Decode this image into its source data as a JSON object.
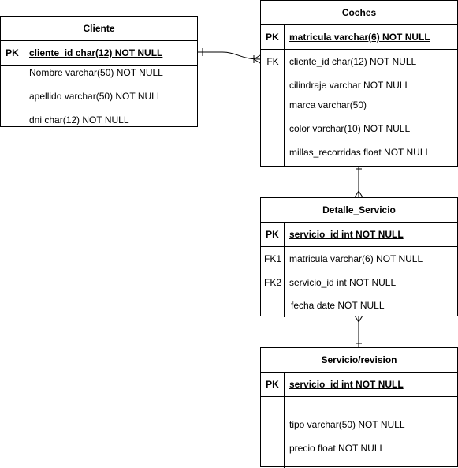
{
  "tables": {
    "cliente": {
      "title": "Cliente",
      "pk_key": "PK",
      "pk_field": "cliente_id char(12) NOT NULL",
      "fields": [
        "Nombre varchar(50) NOT NULL",
        "apellido varchar(50) NOT NULL",
        "dni char(12) NOT NULL"
      ]
    },
    "coches": {
      "title": "Coches",
      "pk_key": "PK",
      "pk_field": "matricula varchar(6) NOT NULL",
      "fk_key": "FK",
      "fields": [
        "cliente_id char(12) NOT NULL",
        "cilindraje varchar NOT NULL",
        "marca varchar(50)",
        "color varchar(10) NOT NULL",
        "millas_recorridas float NOT NULL"
      ]
    },
    "detalle": {
      "title": "Detalle_Servicio",
      "pk_key": "PK",
      "pk_field": "servicio_id int NOT NULL",
      "fk1_key": "FK1",
      "fk2_key": "FK2",
      "fields": [
        "matricula varchar(6) NOT NULL",
        "servicio_id int NOT NULL",
        "fecha date NOT NULL"
      ]
    },
    "servicio": {
      "title": "Servicio/revision",
      "pk_key": "PK",
      "pk_field": "servicio_id int NOT NULL",
      "fields": [
        "tipo varchar(50) NOT NULL",
        "precio float NOT NULL"
      ]
    }
  },
  "relationships": [
    {
      "from": "Cliente",
      "to": "Coches"
    },
    {
      "from": "Coches",
      "to": "Detalle_Servicio"
    },
    {
      "from": "Detalle_Servicio",
      "to": "Servicio/revision"
    }
  ]
}
